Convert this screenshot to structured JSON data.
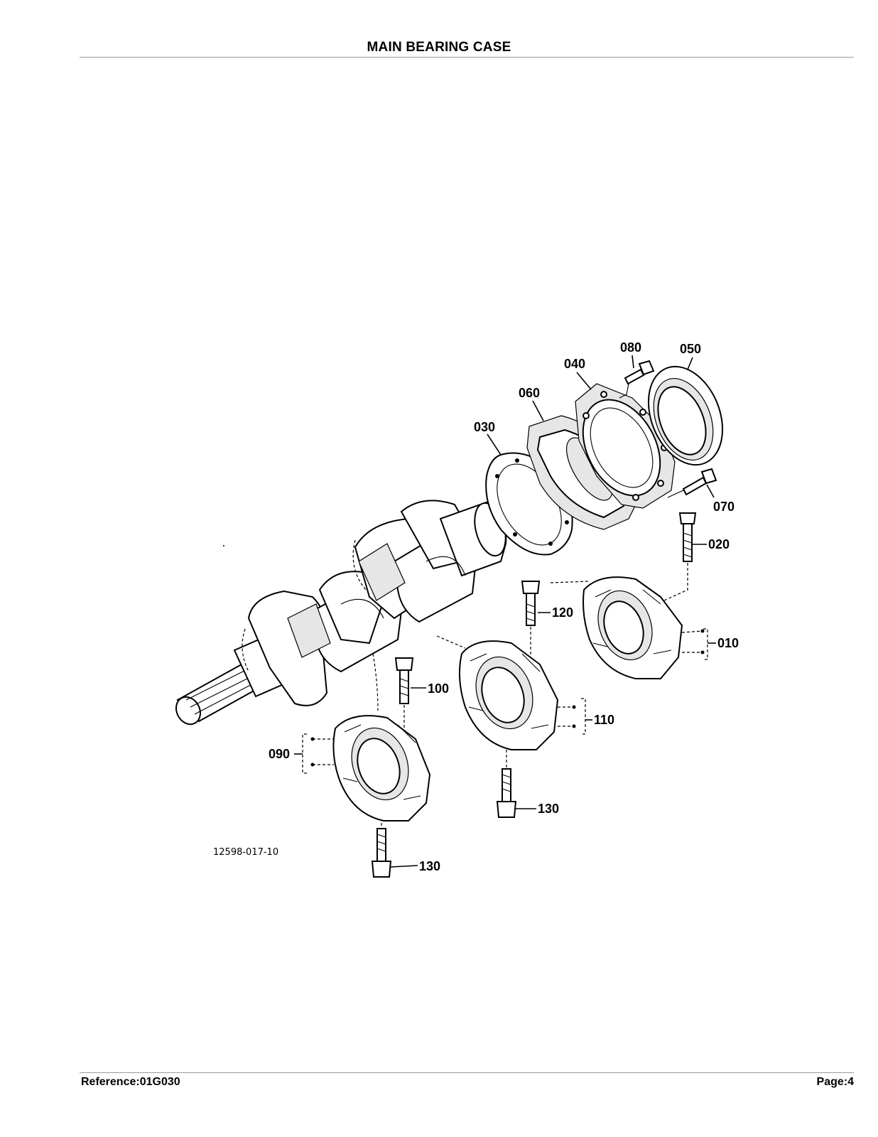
{
  "header": {
    "title": "MAIN BEARING CASE"
  },
  "footer": {
    "reference": "Reference:01G030",
    "page": "Page:4"
  },
  "diagram": {
    "drawing_code": "12598-017-10",
    "callouts": {
      "p010": "010",
      "p020": "020",
      "p030": "030",
      "p040": "040",
      "p050": "050",
      "p060": "060",
      "p070": "070",
      "p080": "080",
      "p090": "090",
      "p100": "100",
      "p110": "110",
      "p120": "120",
      "p130a": "130",
      "p130b": "130"
    }
  }
}
